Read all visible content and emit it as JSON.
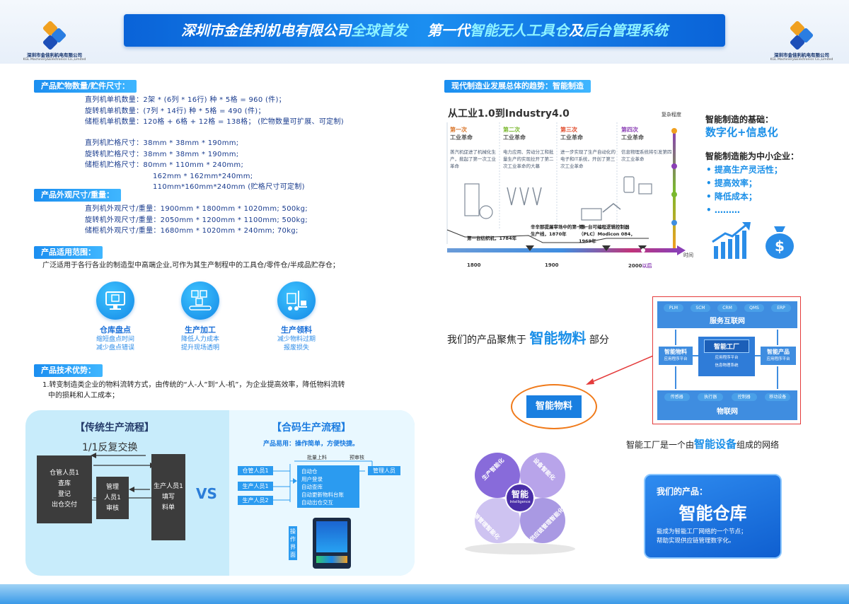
{
  "company": {
    "name_cn": "深圳市金佳利机电有限公司",
    "name_en": "KGL Machinery&Electronics Co.,Limited"
  },
  "banner": {
    "part1": "深圳市金佳利机电有限公司",
    "part2": "全球首发",
    "part3": "第一代",
    "part4": "智能无人工具仓",
    "part5": "及",
    "part6": "后台管理系统"
  },
  "storage": {
    "title": "产品贮物数量/贮件尺寸：",
    "qty": [
      {
        "label": "直列机单机数量：",
        "value": "2架 * (6列 * 16行) 种 * 5格 = 960 (件)；"
      },
      {
        "label": "旋转机单机数量：",
        "value": "(7列 * 14行) 种 * 5格 = 490 (件)；"
      },
      {
        "label": "储柜机单机数量：",
        "value": "120格 + 6格 + 12格 = 138格；  (贮物数量可扩展、可定制)"
      }
    ],
    "size": [
      {
        "label": "直列机贮格尺寸：",
        "value": "38mm * 38mm * 190mm;"
      },
      {
        "label": "旋转机贮格尺寸：",
        "value": "38mm * 38mm * 190mm;"
      },
      {
        "label": "储柜机贮格尺寸：",
        "value": "80mm * 110mm * 240mm;"
      }
    ],
    "size_extra": [
      "162mm * 162mm*240mm;",
      "110mm*160mm*240mm (贮格尺寸可定制)"
    ]
  },
  "dims": {
    "title": "产品外观尺寸/重量：",
    "rows": [
      {
        "label": "直列机外观尺寸/重量：",
        "value": "1900mm * 1800mm * 1020mm; 500kg;"
      },
      {
        "label": "旋转机外观尺寸/重量：",
        "value": "2050mm * 1200mm * 1100mm; 500kg;"
      },
      {
        "label": "储柜机外观尺寸/重量：",
        "value": "1680mm * 1020mm * 240mm; 70kg;"
      }
    ]
  },
  "scope": {
    "title": "产品适用范围：",
    "text": "广泛适用于各行各业的制造型中高端企业,可作为其生产制程中的工具仓/零件仓/半成品贮存仓；"
  },
  "features": [
    {
      "icon": "monitor-box-icon",
      "title": "仓库盘点",
      "lines": [
        "缩短盘点时间",
        "减少盘点错误"
      ]
    },
    {
      "icon": "conveyor-boxes-icon",
      "title": "生产加工",
      "lines": [
        "降低人力成本",
        "提升现场透明"
      ]
    },
    {
      "icon": "forklift-icon",
      "title": "生产领料",
      "lines": [
        "减少物料过期",
        "报废损失"
      ]
    }
  ],
  "advantage": {
    "title": "产品技术优势：",
    "lines": [
      "1.转变制造类企业的物料流转方式，由传统的“人-人”到“人-机”，为企业提高效率，降低物料流转",
      "中的损耗和人工成本；"
    ]
  },
  "traditional": {
    "title": "【传统生产流程】",
    "subtitle": "1/1反复交换",
    "left_box": [
      "仓管人员1",
      "查库",
      "登记",
      "出仓交付"
    ],
    "mid_box": [
      "管理",
      "人员1",
      "审核"
    ],
    "right_box": [
      "生产人员1",
      "填写",
      "料单"
    ],
    "vs": "VS"
  },
  "hema": {
    "title": "【合码生产流程】",
    "subtitle": "产品易用：操作简单，方便快捷。",
    "label_top": "批量上料",
    "label_review": "预审核",
    "left_boxes": [
      "仓管人员1",
      "生产人员1",
      "生产人员2"
    ],
    "right_box": "管理人员",
    "center_lines": [
      "自动仓",
      "用户登录",
      "自动查库",
      "自动更新物料台账",
      "自动出仓交互"
    ],
    "op_label": "操作界面"
  },
  "trend": {
    "title": "现代制造业发展总体的趋势：智能制造",
    "heading": "从工业1.0到Industry4.0",
    "complexity": "复杂程度",
    "time": "时间",
    "eras": [
      {
        "title": "第一次",
        "sub": "工业革命",
        "desc": "蒸汽机促进了机械化生产，掀起了第一次工业革命",
        "color": "#d9762b"
      },
      {
        "title": "第二次",
        "sub": "工业革命",
        "desc": "电力应用、劳动分工和批量生产的实现拉开了第二次工业革命的大幕",
        "color": "#7ab82e"
      },
      {
        "title": "第三次",
        "sub": "工业革命",
        "desc": "进一步实现了生产自动化的电子和IT系统，开创了第三次工业革命",
        "color": "#e04a2a"
      },
      {
        "title": "第四次",
        "sub": "工业革命",
        "desc": "信息物理系统将引发第四次工业革命",
        "color": "#8b3fb5"
      }
    ],
    "events": [
      "第一台纺织机，1784年",
      "辛辛那提屠宰场中的第一条生产线，1870年",
      "第一台可编程逻辑控制器（PLC）Modicon 084，1969年"
    ],
    "years": [
      "1800",
      "1900",
      "2000",
      "以后"
    ]
  },
  "basis": {
    "title": "智能制造的基础：",
    "value": "数字化+信息化",
    "sme_title": "智能制造能为中小企业：",
    "items": [
      "• 提高生产灵活性；",
      "• 提高效率；",
      "• 降低成本；",
      "• ………"
    ]
  },
  "focus": {
    "text1": "我们的产品聚焦于",
    "text2": "智能物料",
    "text3": "部分",
    "ellipse": "智能物料"
  },
  "network": {
    "pills": [
      "PLM",
      "SCM",
      "CRM",
      "QMS",
      "ERP"
    ],
    "service": "服务互联网",
    "left_title": "智能物料",
    "left_sub": "应用程序平台",
    "center_title": "智能工厂",
    "center_sub": "应用程序平台",
    "center_sub2": "信息物理系统",
    "right_title": "智能产品",
    "right_sub": "应用程序平台",
    "bottom_pills": [
      "传感器",
      "执行器",
      "控制器",
      "移动设备"
    ],
    "iot": "物联网",
    "caption1": "智能工厂是一个由",
    "caption2": "智能设备",
    "caption3": "组成的网络"
  },
  "clover": {
    "petals": [
      "生产智能化",
      "设备智能化",
      "能源管理智能化",
      "供应链管理智能化"
    ],
    "center": "智能",
    "center_en": "Intelligence"
  },
  "product": {
    "label": "我们的产品：",
    "name": "智能仓库",
    "desc": [
      "能成为智能工厂网络的一个节点；",
      "帮助实现供应链管理数字化。"
    ]
  }
}
